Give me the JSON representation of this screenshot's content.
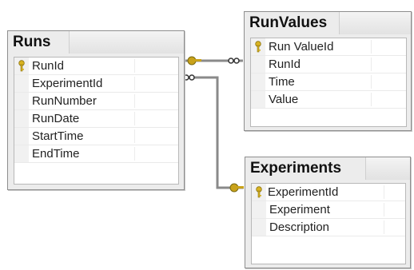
{
  "tables": [
    {
      "id": "runs",
      "title": "Runs",
      "columns": [
        {
          "name": "RunId",
          "primary_key": true
        },
        {
          "name": "ExperimentId",
          "primary_key": false
        },
        {
          "name": "RunNumber",
          "primary_key": false
        },
        {
          "name": "RunDate",
          "primary_key": false
        },
        {
          "name": "StartTime",
          "primary_key": false
        },
        {
          "name": "EndTime",
          "primary_key": false
        }
      ]
    },
    {
      "id": "runvalues",
      "title": "RunValues",
      "columns": [
        {
          "name": "Run ValueId",
          "primary_key": true
        },
        {
          "name": "RunId",
          "primary_key": false
        },
        {
          "name": "Time",
          "primary_key": false
        },
        {
          "name": "Value",
          "primary_key": false
        }
      ]
    },
    {
      "id": "experiments",
      "title": "Experiments",
      "columns": [
        {
          "name": "ExperimentId",
          "primary_key": true
        },
        {
          "name": "Experiment",
          "primary_key": false
        },
        {
          "name": "Description",
          "primary_key": false
        }
      ]
    }
  ],
  "relationships": [
    {
      "from": "Runs.RunId",
      "to": "RunValues.RunId",
      "from_end": "one",
      "to_end": "many"
    },
    {
      "from": "Experiments.ExperimentId",
      "to": "Runs.ExperimentId",
      "from_end": "one",
      "to_end": "many"
    }
  ],
  "colors": {
    "key_icon": "#c9a21a",
    "connector": "#8a8a8a"
  }
}
